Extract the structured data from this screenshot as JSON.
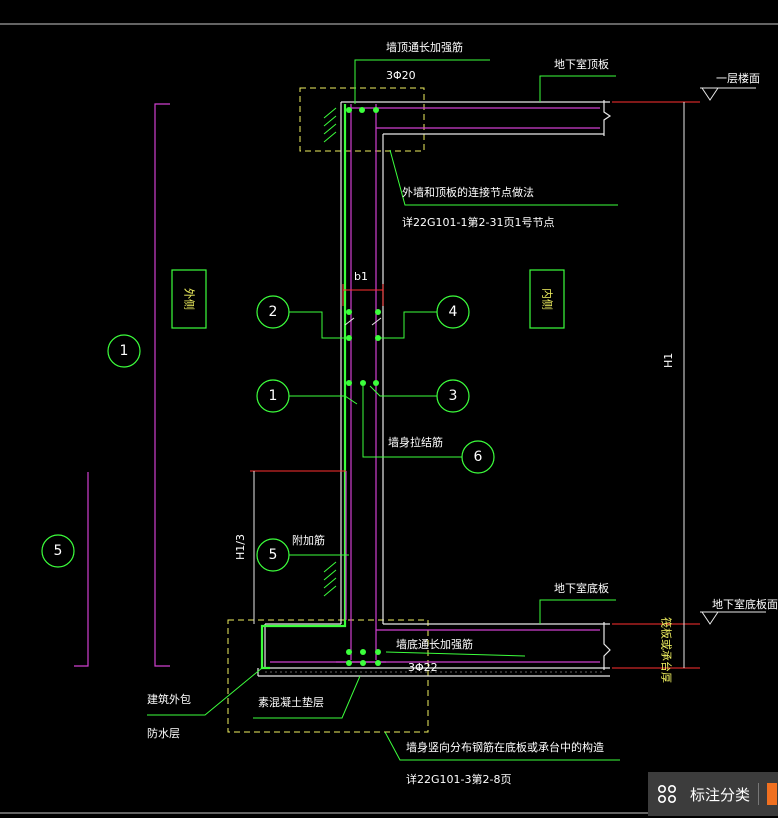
{
  "labels": {
    "top_bar": "墙顶通长加强筋",
    "top_bar_spec": "3Φ20",
    "roof_slab": "地下室顶板",
    "ground_floor": "一层楼面",
    "connection_node": "外墙和顶板的连接节点做法",
    "connection_ref": "详22G101-1第2-31页1号节点",
    "outer_side": "外侧",
    "inner_side": "内侧",
    "b1": "b1",
    "h1": "H1",
    "h1_3": "H1/3",
    "tie_bar": "墙身拉结筋",
    "additional_bar": "附加筋",
    "floor_slab": "地下室底板",
    "floor_face": "地下室底板面",
    "raft_thickness": "筏板或承台厚",
    "bottom_bar": "墙底通长加强筋",
    "bottom_bar_spec": "3Φ22",
    "waterproof_1": "建筑外包",
    "waterproof_2": "防水层",
    "cushion": "素混凝土垫层",
    "anchor_note": "墙身竖向分布钢筋在底板或承台中的构造",
    "anchor_ref": "详22G101-3第2-8页"
  },
  "callouts": {
    "c1_left": "1",
    "c5_left": "5",
    "c2": "2",
    "c4": "4",
    "c1": "1",
    "c3": "3",
    "c6": "6",
    "c5": "5"
  },
  "toolbar": {
    "icon": "grid-dots-icon",
    "label": "标注分类"
  },
  "colors": {
    "background": "#000000",
    "green": "#3cff3c",
    "magenta": "#d040d0",
    "yellow": "#f0f060",
    "red": "#ff3030",
    "white": "#ffffff"
  }
}
